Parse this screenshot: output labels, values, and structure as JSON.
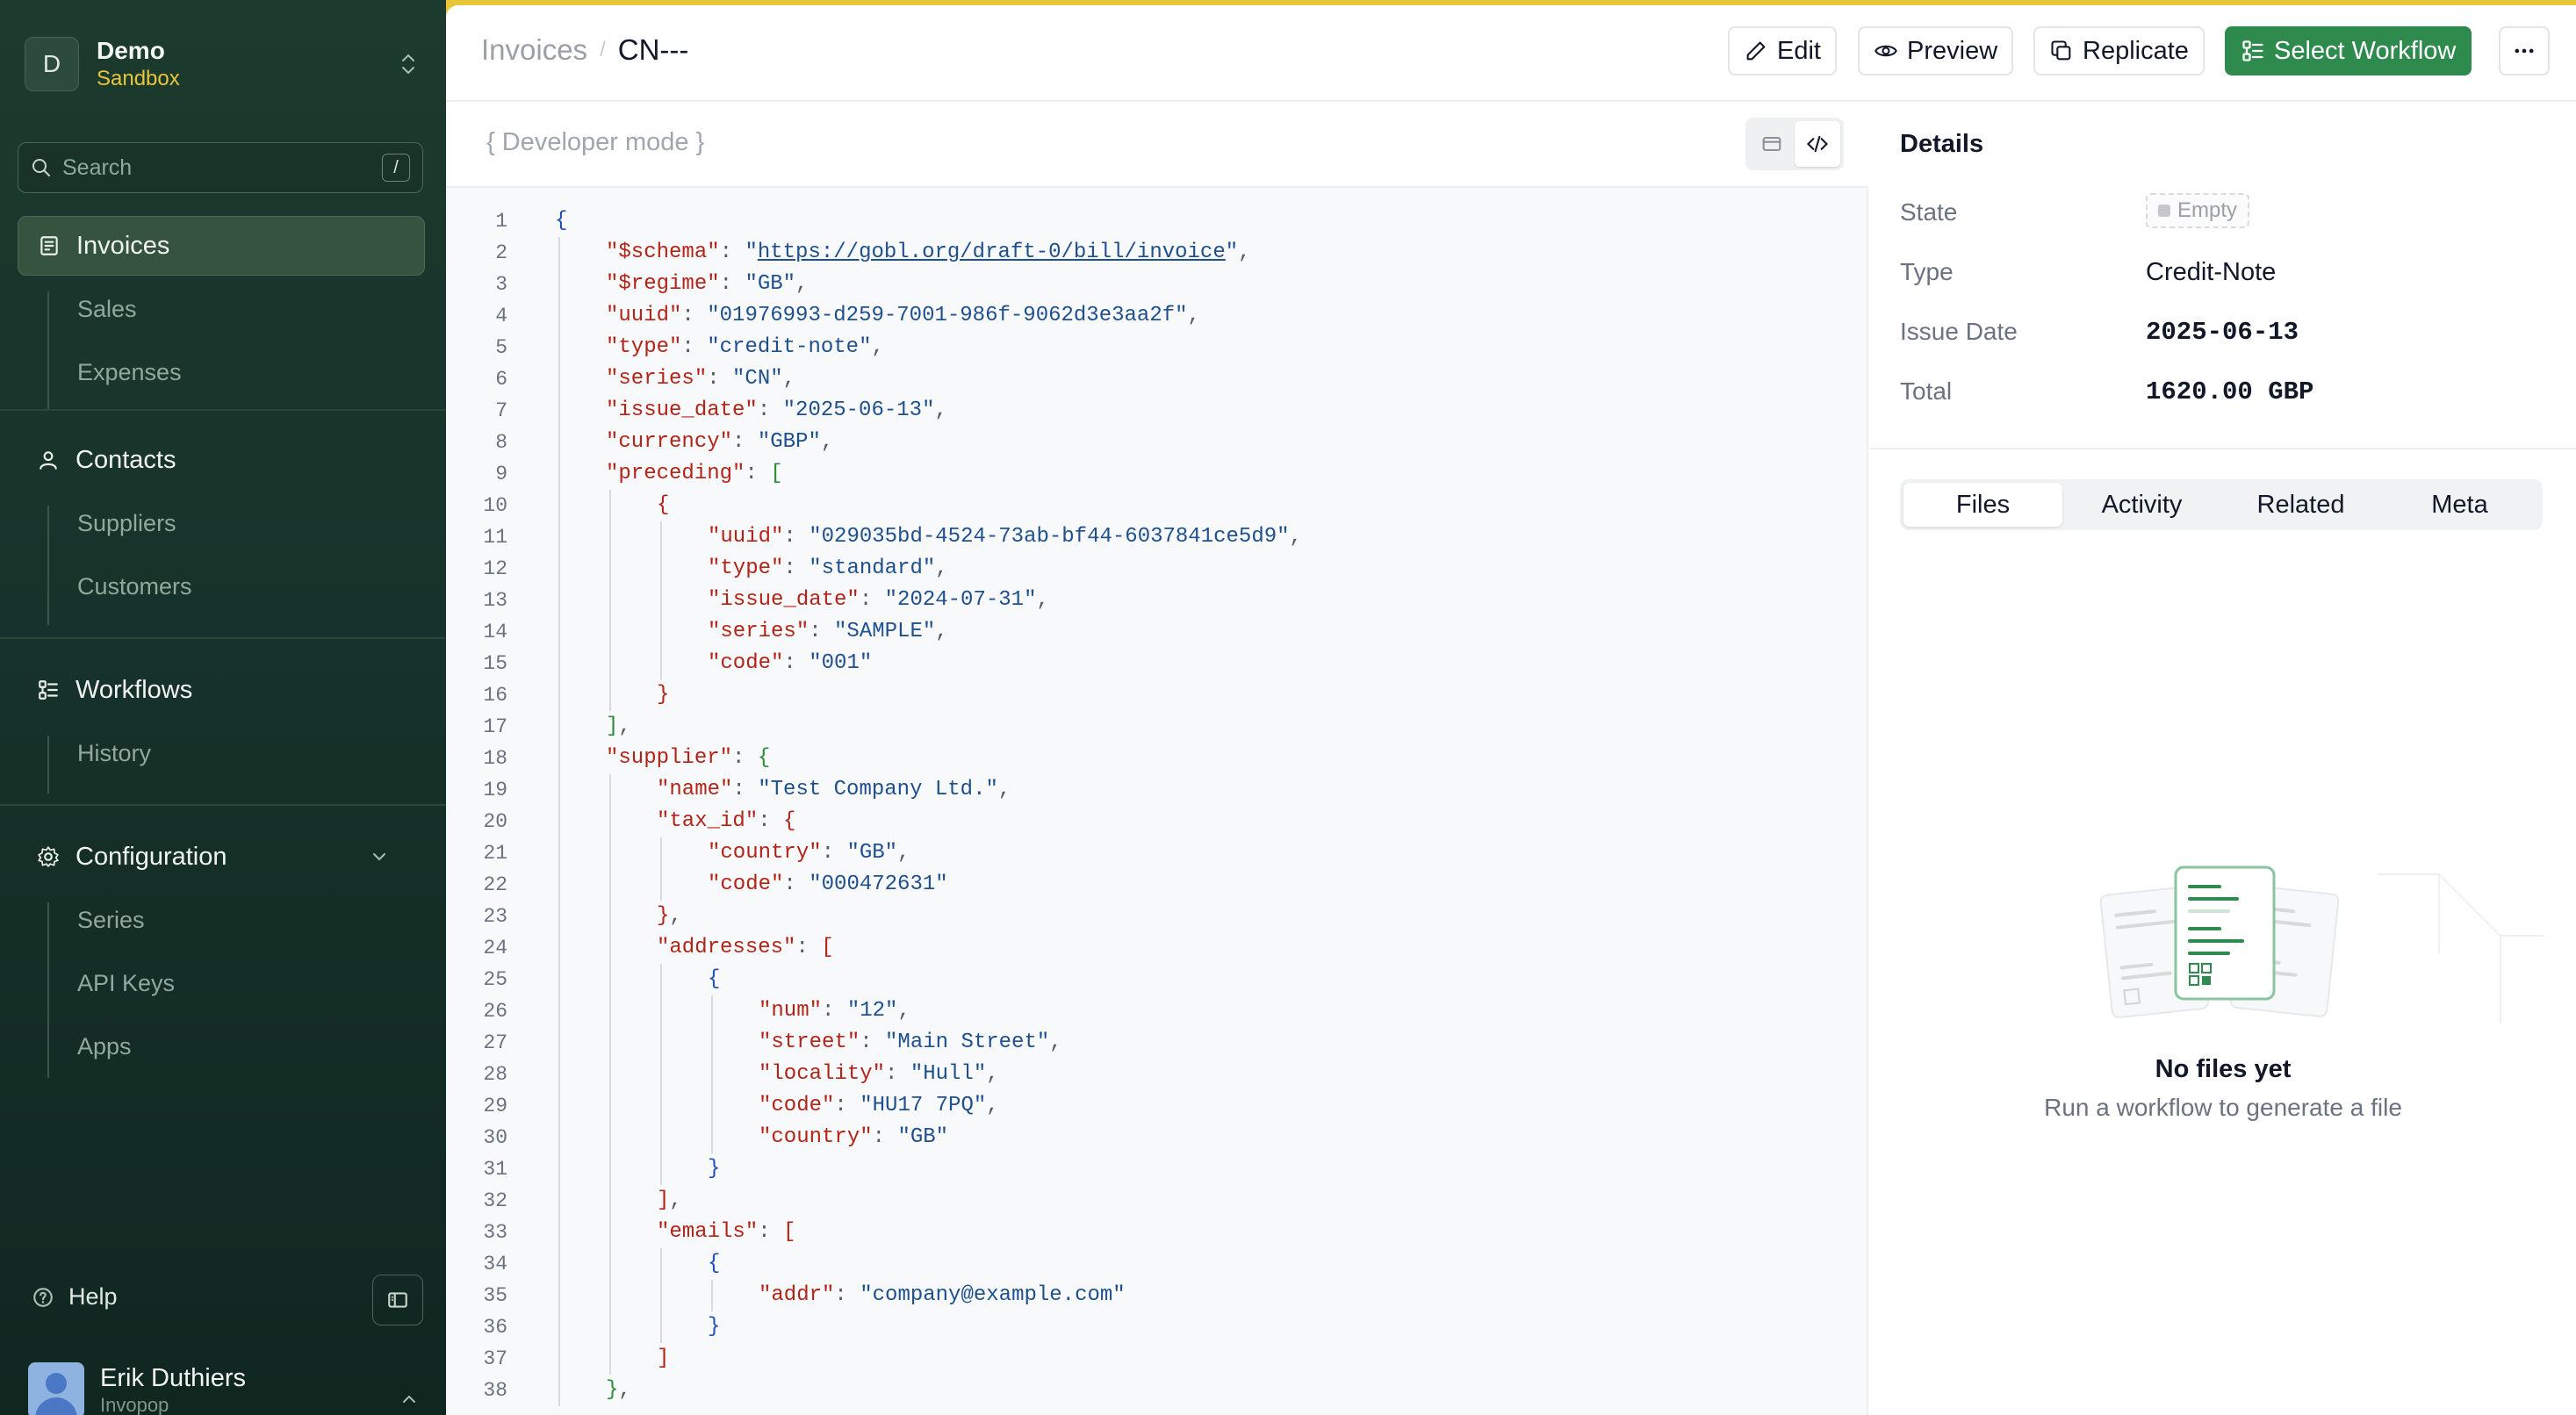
{
  "workspace": {
    "initial": "D",
    "name": "Demo",
    "environment": "Sandbox"
  },
  "search": {
    "placeholder": "Search",
    "shortcut": "/"
  },
  "nav": {
    "invoices": {
      "label": "Invoices",
      "children": [
        "Sales",
        "Expenses"
      ]
    },
    "contacts": {
      "label": "Contacts",
      "children": [
        "Suppliers",
        "Customers"
      ]
    },
    "workflows": {
      "label": "Workflows",
      "children": [
        "History"
      ]
    },
    "configuration": {
      "label": "Configuration",
      "children": [
        "Series",
        "API Keys",
        "Apps"
      ]
    }
  },
  "footer": {
    "help_label": "Help",
    "user_name": "Erik Duthiers",
    "user_org": "Invopop"
  },
  "breadcrumb": {
    "parent": "Invoices",
    "current": "CN---"
  },
  "toolbar": {
    "edit": "Edit",
    "preview": "Preview",
    "replicate": "Replicate",
    "select_workflow": "Select Workflow"
  },
  "editor": {
    "mode_label": "{ Developer mode }",
    "lines": [
      "{",
      "\"$schema\": \"https://gobl.org/draft-0/bill/invoice\",",
      "\"$regime\": \"GB\",",
      "\"uuid\": \"01976993-d259-7001-986f-9062d3e3aa2f\",",
      "\"type\": \"credit-note\",",
      "\"series\": \"CN\",",
      "\"issue_date\": \"2025-06-13\",",
      "\"currency\": \"GBP\",",
      "\"preceding\": [",
      "{",
      "\"uuid\": \"029035bd-4524-73ab-bf44-6037841ce5d9\",",
      "\"type\": \"standard\",",
      "\"issue_date\": \"2024-07-31\",",
      "\"series\": \"SAMPLE\",",
      "\"code\": \"001\"",
      "}",
      "],",
      "\"supplier\": {",
      "\"name\": \"Test Company Ltd.\",",
      "\"tax_id\": {",
      "\"country\": \"GB\",",
      "\"code\": \"000472631\"",
      "},",
      "\"addresses\": [",
      "{",
      "\"num\": \"12\",",
      "\"street\": \"Main Street\",",
      "\"locality\": \"Hull\",",
      "\"code\": \"HU17 7PQ\",",
      "\"country\": \"GB\"",
      "}",
      "],",
      "\"emails\": [",
      "{",
      "\"addr\": \"company@example.com\"",
      "}",
      "]",
      "},"
    ]
  },
  "details": {
    "title": "Details",
    "state_label": "State",
    "state_value": "Empty",
    "type_label": "Type",
    "type_value": "Credit-Note",
    "issue_date_label": "Issue Date",
    "issue_date_value": "2025-06-13",
    "total_label": "Total",
    "total_value": "1620.00 GBP"
  },
  "tabs": [
    "Files",
    "Activity",
    "Related",
    "Meta"
  ],
  "active_tab": "Files",
  "empty_state": {
    "title": "No files yet",
    "subtitle": "Run a workflow to generate a file"
  },
  "colors": {
    "accent": "#2f8a4e",
    "sidebar": "#17322a",
    "env": "#e6c63c",
    "topline": "#e9c53a"
  }
}
